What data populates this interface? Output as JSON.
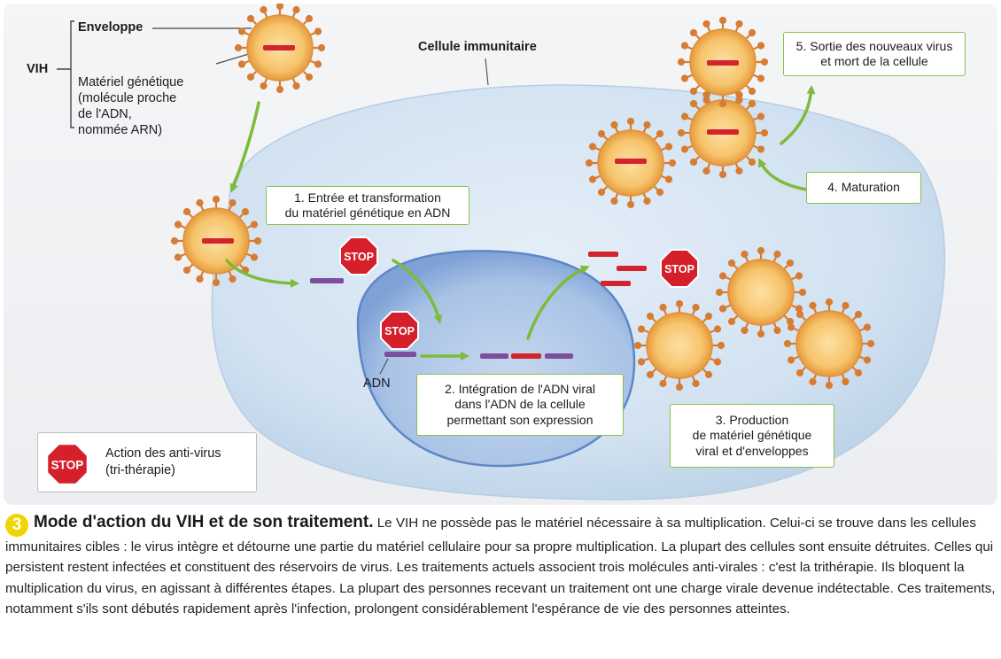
{
  "figure": {
    "hiv_label": "VIH",
    "envelope_label": "Enveloppe",
    "genetic_material_label": "Matériel génétique\n(molécule proche\nde l'ADN,\nnommée ARN)",
    "cell_label": "Cellule immunitaire",
    "dna_label": "ADN",
    "steps": [
      {
        "label": "1. Entrée et transformation\ndu matériel génétique en ADN"
      },
      {
        "label": "2. Intégration de l'ADN viral\ndans l'ADN de la cellule\npermettant son expression"
      },
      {
        "label": "3. Production\nde matériel génétique\nviral et d'enveloppes"
      },
      {
        "label": "4. Maturation"
      },
      {
        "label": "5. Sortie des nouveaux virus\net mort de la cellule"
      }
    ],
    "stop_text": "STOP",
    "legend": {
      "stop_text": "STOP",
      "text": "Action des anti-virus\n(tri-thérapie)"
    },
    "colors": {
      "arrow": "#7dbb3a",
      "virus_body": "#f3bd63",
      "rna": "#d4232c",
      "dna": "#7c4e9b",
      "cell": "#cfdfef",
      "nucleus": "#8fb2de",
      "stop": "#d51f2a"
    }
  },
  "caption": {
    "number": "3",
    "title": "Mode d'action du VIH et de son traitement.",
    "text": "Le VIH ne possède pas le matériel nécessaire à sa multiplication. Celui-ci se trouve dans les cellules immunitaires cibles : le virus intègre et détourne une partie du matériel cellulaire pour sa propre multiplication. La plupart des cellules sont ensuite détruites. Celles qui persistent restent infectées et constituent des réservoirs de virus. Les traitements actuels associent trois molécules anti-virales : c'est la trithérapie. Ils bloquent la multiplication du virus, en agissant à différentes étapes. La plupart des personnes recevant un traitement ont une charge virale devenue indétectable. Ces traitements, notamment s'ils sont débutés rapidement après l'infection, prolongent considérablement l'espérance de vie des personnes atteintes."
  }
}
